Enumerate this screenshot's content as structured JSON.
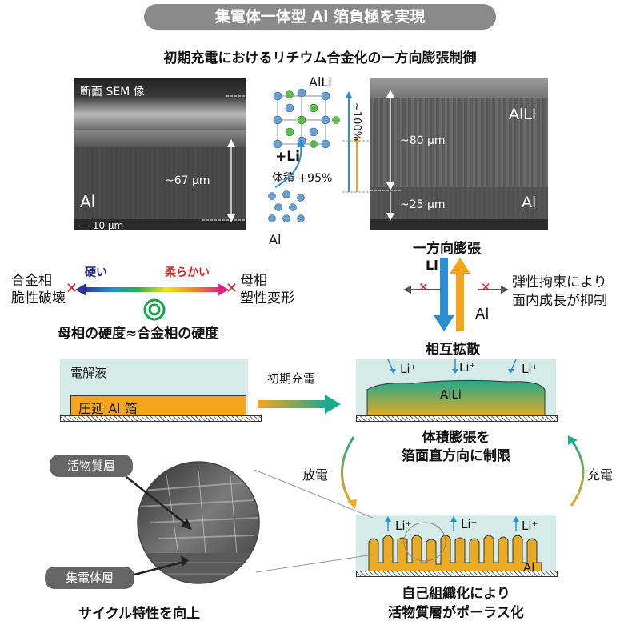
{
  "title": "集電体一体型 Al 箔負極を実現",
  "subtitle": "初期充電におけるリチウム合金化の一方向膨張制御",
  "sem_left": {
    "label": "断面 SEM 像",
    "material": "Al",
    "thickness": "~67 μm",
    "scale": "— 10 μm"
  },
  "crystal": {
    "top_label": "AlLi",
    "bottom_label": "Al",
    "plus_li": "+Li",
    "volume_text": "体積 +95%",
    "percent": "~100%"
  },
  "sem_right": {
    "top_material": "AlLi",
    "bottom_material": "Al",
    "top_thickness": "~80 μm",
    "bottom_thickness": "~25 μm"
  },
  "unidirectional": {
    "heading": "一方向膨張",
    "li": "Li",
    "al": "Al",
    "constraint_line1": "弾性拘束により",
    "constraint_line2": "面内成長が抑制",
    "mutual": "相互拡散"
  },
  "hardness": {
    "hard": "硬い",
    "soft": "柔らかい",
    "left_line1": "合金相",
    "left_line2": "脆性破壊",
    "right_line1": "母相",
    "right_line2": "塑性変形",
    "equation": "母相の硬度≈合金相の硬度"
  },
  "process": {
    "electrolyte": "電解液",
    "foil": "圧延 Al 箔",
    "initial_charge": "初期充電",
    "li_ion": "Li⁺",
    "alli": "AlLi",
    "volume_line1": "体積膨張を",
    "volume_line2": "箔面直方向に制限",
    "discharge": "放電",
    "charge": "充電",
    "al": "Al",
    "self_org_line1": "自己組織化により",
    "self_org_line2": "活物質層がポーラス化"
  },
  "micro": {
    "active_layer": "活物質層",
    "collector_layer": "集電体層",
    "cycle": "サイクル特性を向上"
  },
  "colors": {
    "blue": "#2b8fd3",
    "orange": "#f4a51c",
    "gold": "#e9ab24",
    "teal": "#1fa98c",
    "red": "#d9252a",
    "navy": "#1c2a8a"
  }
}
